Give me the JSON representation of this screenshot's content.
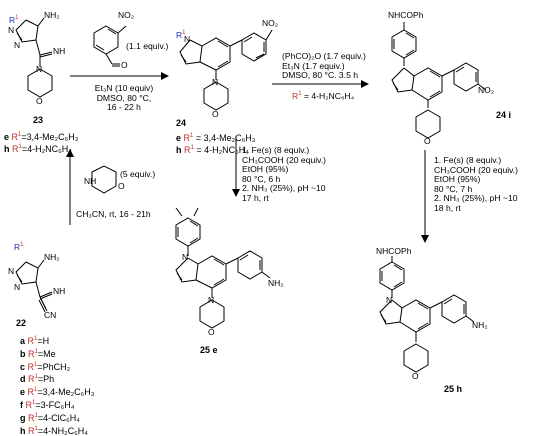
{
  "compounds": {
    "c23": "23",
    "c22": "22",
    "c24": "24",
    "c24i": "24 i",
    "c25e": "25 e",
    "c25h": "25 h"
  },
  "atoms": {
    "nh2": "NH₂",
    "nh": "NH",
    "no2": "NO₂",
    "cn": "CN",
    "o": "O",
    "n": "N",
    "nhcoph": "NHCOPh"
  },
  "reagent_23_24": {
    "aldehyde_equiv": "(1.1 equiv.)",
    "conditions": [
      "Et₃N (10 equiv)",
      "DMSO, 80 °C,",
      "16 - 22 h"
    ]
  },
  "reagent_22_23": {
    "morpholine_equiv": "(5 equiv.)",
    "conditions": "CH₃CN, rt, 16 - 21h"
  },
  "reagent_24_24i": {
    "conditions": [
      "(PhCO)₂O (1.7 equiv.)",
      "Et₃N (1.7 equiv.)",
      "DMSO, 80 °C. 3.5 h"
    ],
    "r1_prefix": "R¹",
    "r1_value": " = 4-H₂NC₆H₄"
  },
  "reagent_24_25e": {
    "conditions": [
      "1. Fe(s) (8 equiv.)",
      "CH₃COOH (20 equiv.)",
      "EtOH (95%)",
      "80 °C, 6 h",
      "2. NH₃ (25%), pH ~10",
      "17 h, rt"
    ]
  },
  "reagent_24i_25h": {
    "conditions": [
      "1. Fe(s) (8 equiv.)",
      "CH₃COOH (20 equiv.)",
      "EtOH (95%)",
      "80 °C, 7 h",
      "2. NH₃ (25%), pH ~10",
      "18 h, rt"
    ]
  },
  "r1_prefix": "R¹",
  "list_23": [
    {
      "key": "e",
      "value": "=3,4-Me₂C₆H₃"
    },
    {
      "key": "h",
      "value": "=4-H₂NC₆H₄"
    }
  ],
  "list_24": [
    {
      "key": "e",
      "value": " = 3,4-Me₂C₆H₃"
    },
    {
      "key": "h",
      "value": " = 4-H₂NC₆H₄"
    }
  ],
  "list_22": [
    {
      "key": "a",
      "value": "=H"
    },
    {
      "key": "b",
      "value": "=Me"
    },
    {
      "key": "c",
      "value": "=PhCH₂"
    },
    {
      "key": "d",
      "value": "=Ph"
    },
    {
      "key": "e",
      "value": "=3,4-Me₂C₆H₃"
    },
    {
      "key": "f",
      "value": "=3-FC₆H₄"
    },
    {
      "key": "g",
      "value": "=4-ClC₆H₄"
    },
    {
      "key": "h",
      "value": "=4-NH₂C₆H₄"
    }
  ]
}
